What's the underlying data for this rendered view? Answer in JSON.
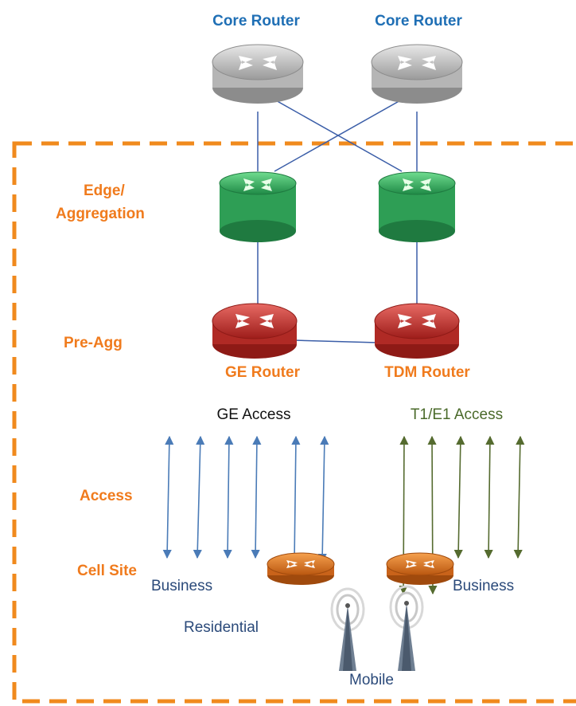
{
  "colors": {
    "core_router": "#c9c9c9",
    "edge_router": "#3cb86a",
    "preagg_router": "#cf3a34",
    "cell_router": "#e2761f",
    "dashed_border": "#f08a1d",
    "ge_arrows": "#4a7bb7",
    "t1_arrows": "#556b2f",
    "link": "#3b5ea8"
  },
  "labels": {
    "core_router_1": "Core Router",
    "core_router_2": "Core Router",
    "edge_aggregation_line1": "Edge/",
    "edge_aggregation_line2": "Aggregation",
    "pre_agg": "Pre-Agg",
    "ge_router": "GE Router",
    "tdm_router": "TDM Router",
    "ge_access": "GE Access",
    "t1e1_access": "T1/E1 Access",
    "access": "Access",
    "cell_site": "Cell Site",
    "business_left": "Business",
    "business_right": "Business",
    "residential": "Residential",
    "mobile": "Mobile"
  },
  "icons": {
    "router": "router-icon",
    "cell_tower": "cell-tower-icon",
    "double_arrow": "double-arrow-icon"
  }
}
